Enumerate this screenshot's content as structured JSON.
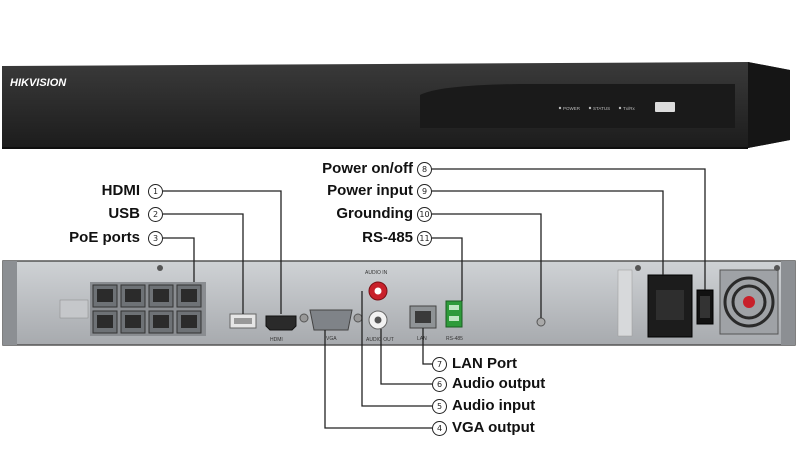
{
  "brand": "HIKVISION",
  "front_panel": {
    "indicators": [
      "POWER",
      "STATUS",
      "Tx/Rx"
    ]
  },
  "rear_panel": {
    "audio_in_label": "AUDIO IN",
    "audio_out_label": "AUDIO OUT",
    "vga_label": "VGA",
    "lan_label": "LAN",
    "rs485_label": "RS-485",
    "hdmi_label": "HDMI"
  },
  "callouts": [
    {
      "num": "1",
      "text": "HDMI"
    },
    {
      "num": "2",
      "text": "USB"
    },
    {
      "num": "3",
      "text": "PoE ports"
    },
    {
      "num": "4",
      "text": "VGA output"
    },
    {
      "num": "5",
      "text": "Audio input"
    },
    {
      "num": "6",
      "text": "Audio output"
    },
    {
      "num": "7",
      "text": "LAN Port"
    },
    {
      "num": "8",
      "text": "Power on/off"
    },
    {
      "num": "9",
      "text": "Power input"
    },
    {
      "num": "10",
      "text": "Grounding"
    },
    {
      "num": "11",
      "text": "RS-485"
    }
  ],
  "colors": {
    "chassis_front": "#2b2b2b",
    "rear_panel": "#b9bcc0",
    "port_green": "#2e9b3a",
    "audio_red": "#c8202a"
  }
}
